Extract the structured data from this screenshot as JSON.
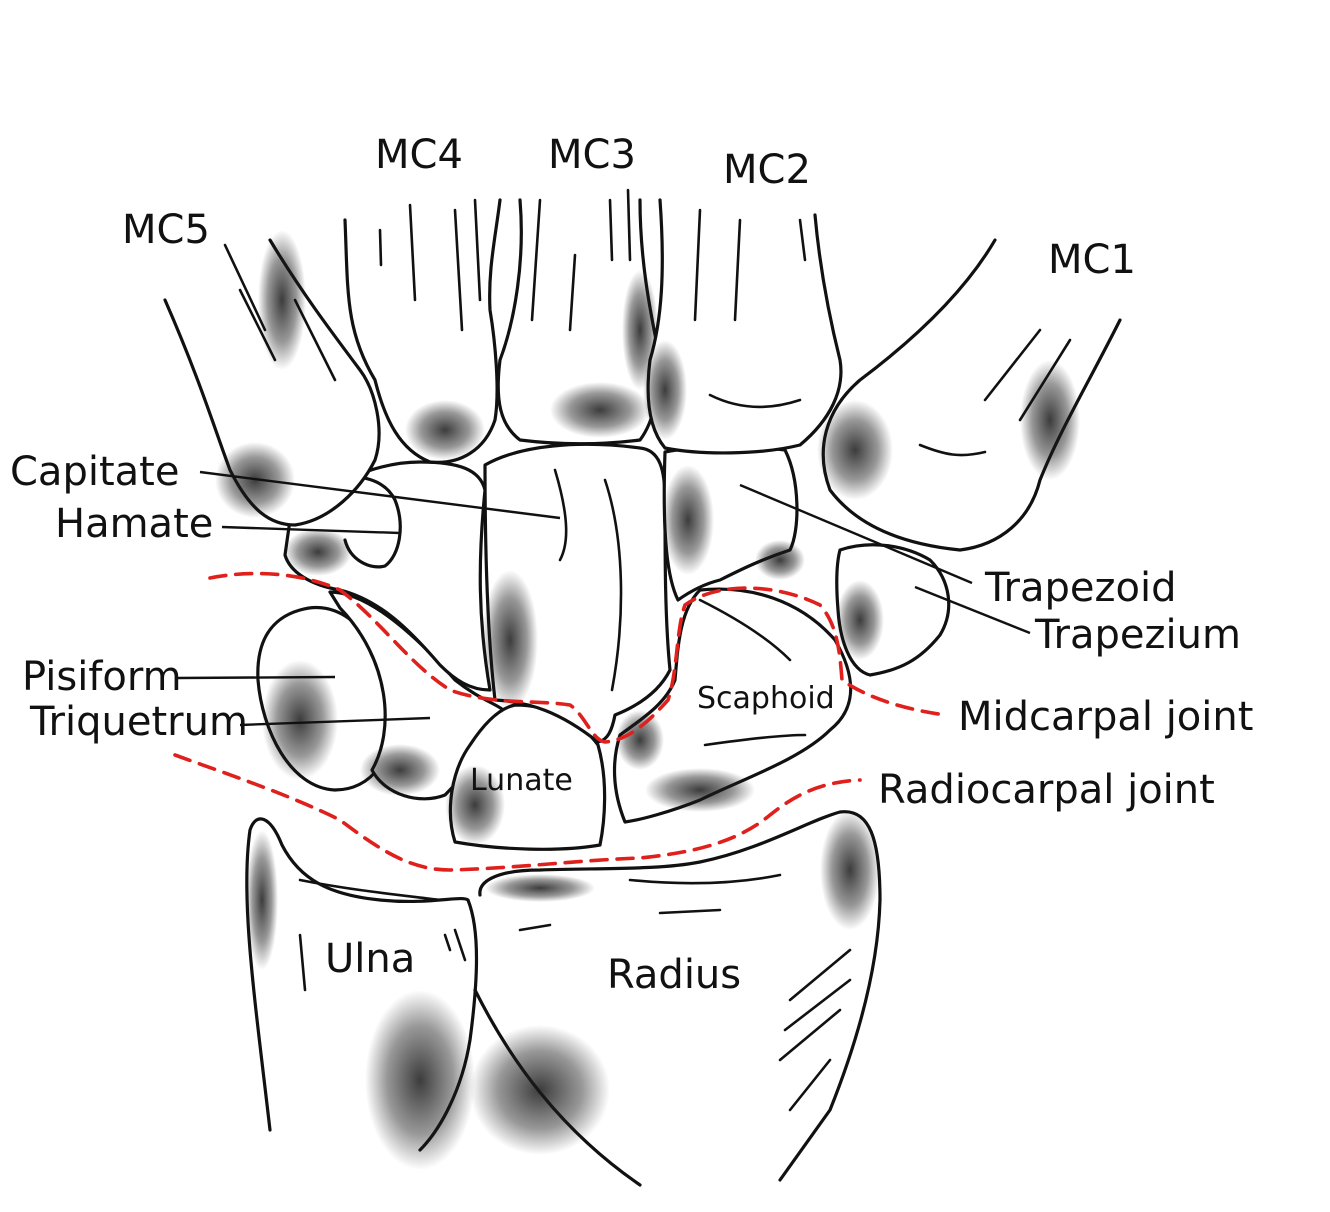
{
  "colors": {
    "outline": "#111111",
    "shading": "#1a1a1a",
    "joint_line": "#e0201c",
    "background": "#ffffff"
  },
  "labels": {
    "mc5": "MC5",
    "mc4": "MC4",
    "mc3": "MC3",
    "mc2": "MC2",
    "mc1": "MC1",
    "capitate": "Capitate",
    "hamate": "Hamate",
    "pisiform": "Pisiform",
    "triquetrum": "Triquetrum",
    "trapezoid": "Trapezoid",
    "trapezium": "Trapezium",
    "midcarpal_joint": "Midcarpal joint",
    "radiocarpal_joint": "Radiocarpal joint",
    "scaphoid": "Scaphoid",
    "lunate": "Lunate",
    "ulna": "Ulna",
    "radius": "Radius"
  }
}
